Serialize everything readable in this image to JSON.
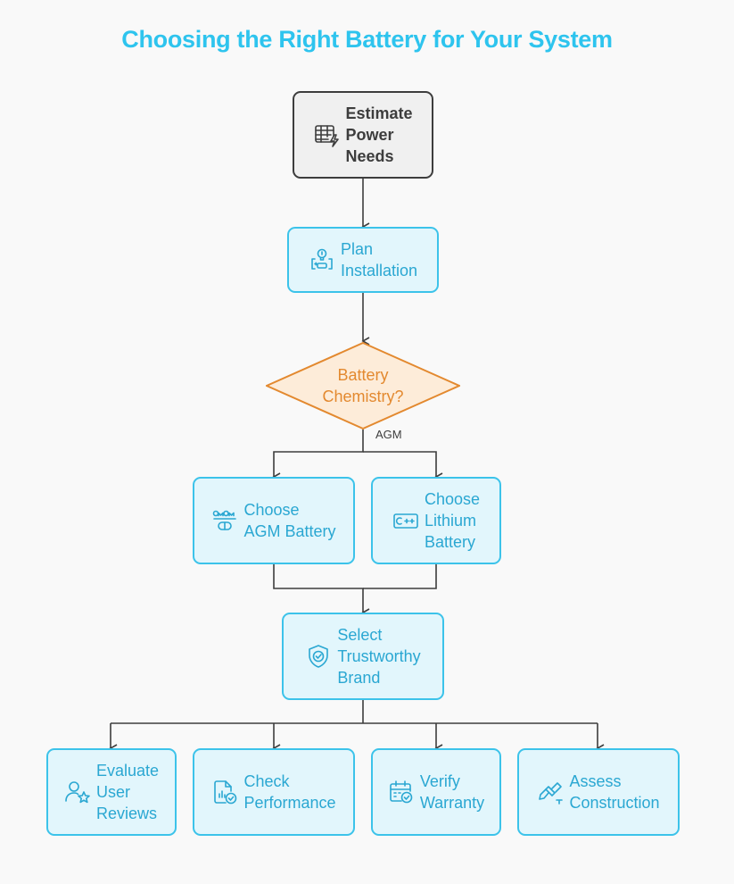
{
  "title": "Choosing the Right Battery for Your System",
  "colors": {
    "accent": "#2ec4ee",
    "node_border": "#3cc3ea",
    "node_fill": "#e2f6fc",
    "node_text": "#2aa7d2",
    "start_border": "#3d3d3d",
    "start_fill": "#f0f0f0",
    "decision_border": "#e3892f",
    "decision_fill": "#fdecd9"
  },
  "nodes": {
    "estimate": {
      "label": "Estimate\nPower\nNeeds",
      "icon": "spreadsheet-power-icon"
    },
    "plan": {
      "label": "Plan\nInstallation",
      "icon": "installation-plan-icon"
    },
    "decision": {
      "label": "Battery\nChemistry?"
    },
    "agm": {
      "label": "Choose\nAGM Battery",
      "icon": "battery-cells-icon"
    },
    "lithium": {
      "label": "Choose\nLithium\nBattery",
      "icon": "lithium-battery-icon"
    },
    "brand": {
      "label": "Select\nTrustworthy\nBrand",
      "icon": "shield-check-icon"
    },
    "reviews": {
      "label": "Evaluate\nUser\nReviews",
      "icon": "user-star-icon"
    },
    "performance": {
      "label": "Check\nPerformance",
      "icon": "chart-check-icon"
    },
    "warranty": {
      "label": "Verify\nWarranty",
      "icon": "calendar-check-icon"
    },
    "construction": {
      "label": "Assess\nConstruction",
      "icon": "hammer-icon"
    }
  },
  "edge_labels": {
    "agm": "AGM"
  }
}
